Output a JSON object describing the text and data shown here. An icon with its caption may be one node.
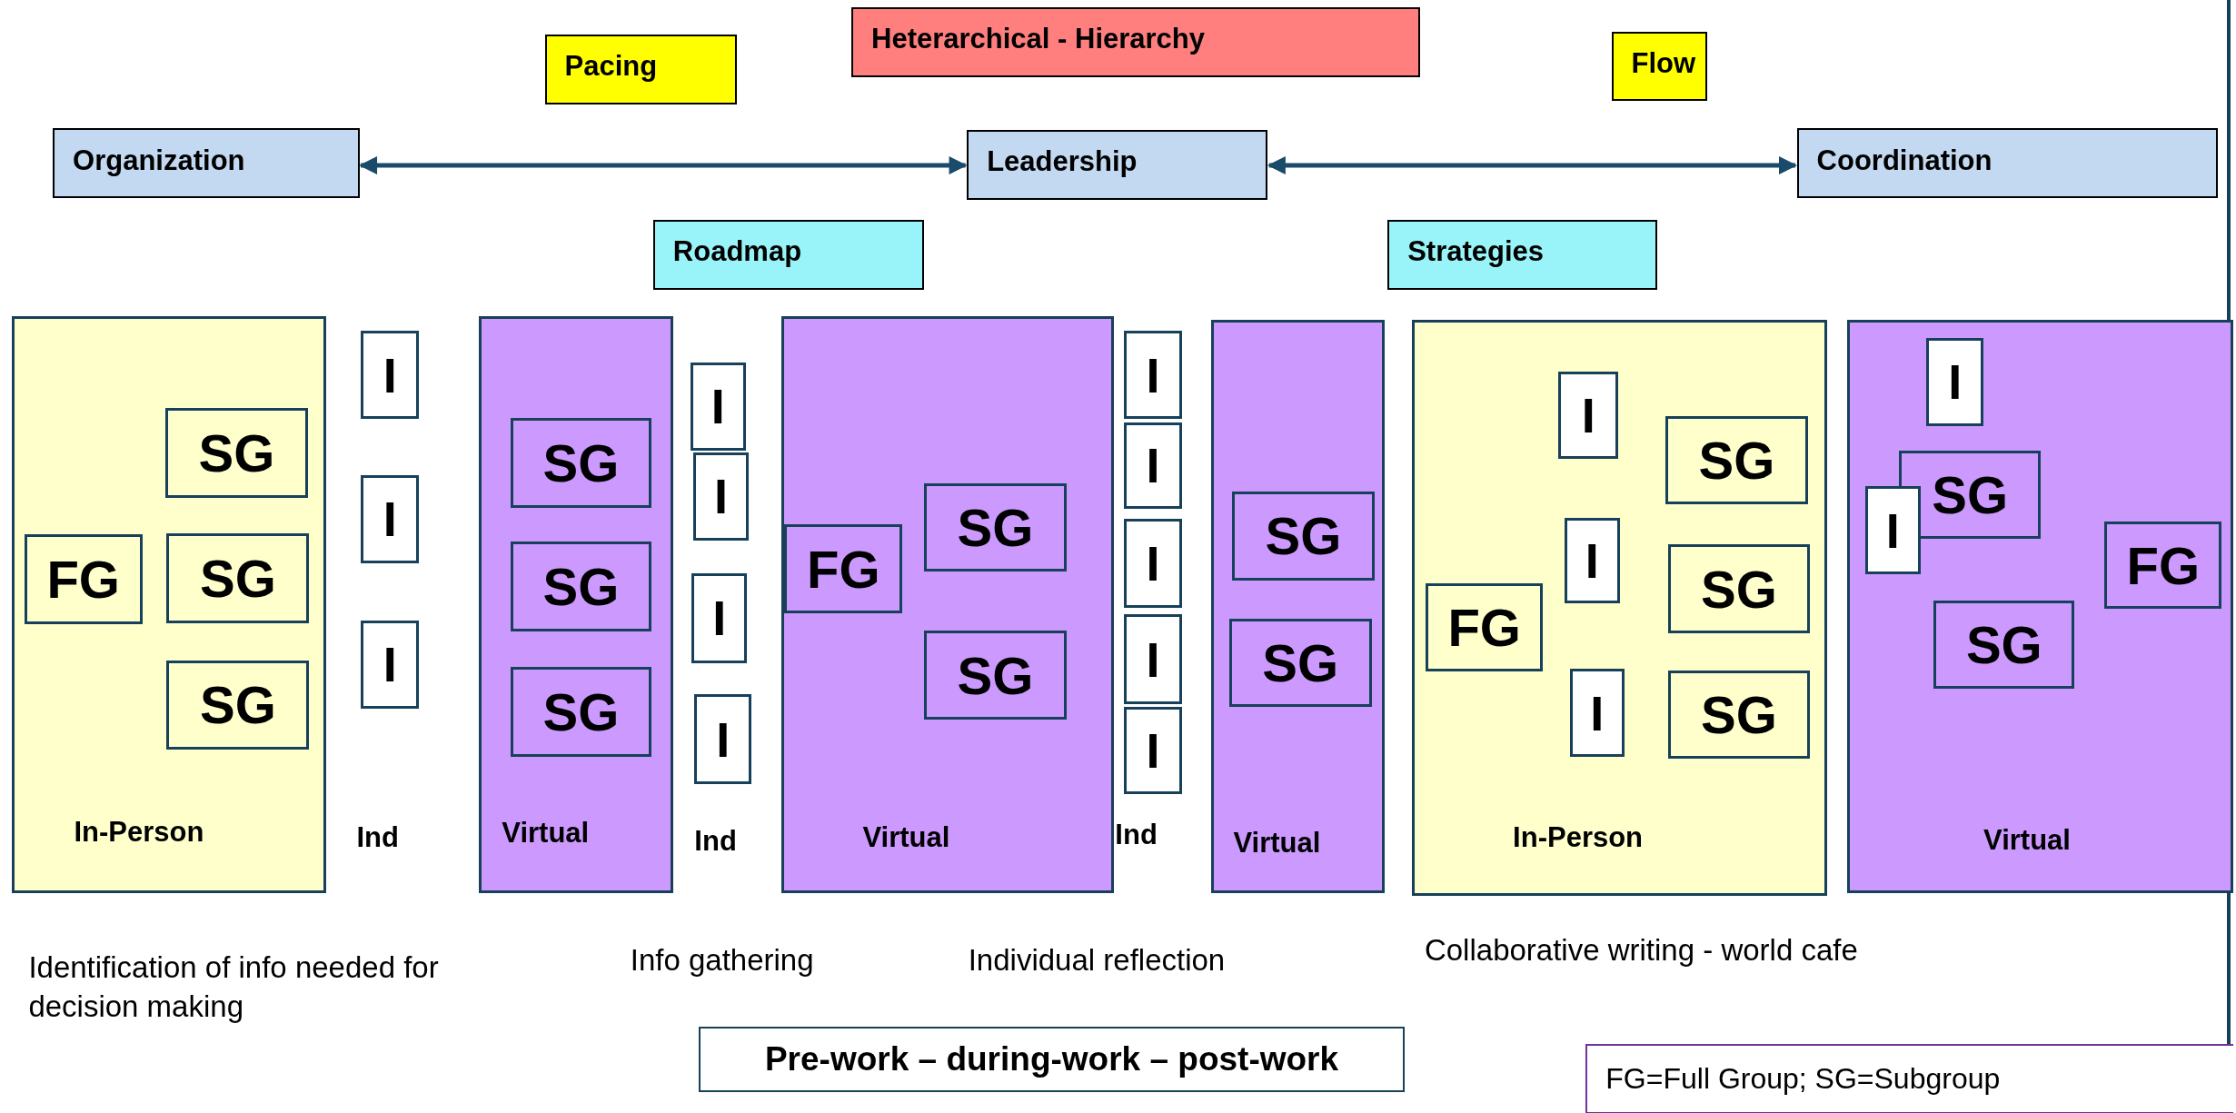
{
  "diagram": {
    "nodes": [
      {
        "text": [
          "Heterarchical - Hierarchy"
        ]
      },
      {
        "text": [
          "Pacing"
        ]
      },
      {
        "text": [
          "Flow"
        ]
      },
      {
        "text": [
          "Organization"
        ]
      },
      {
        "text": [
          "Leadership"
        ]
      },
      {
        "text": [
          "Coordination"
        ]
      },
      {
        "text": [
          "Roadmap"
        ]
      },
      {
        "text": [
          "Strategies"
        ]
      },
      {
        "text": [
          "In-Person"
        ]
      },
      {
        "text": [
          "SG"
        ],
        "in": 8
      },
      {
        "text": [
          "FG"
        ],
        "in": 8
      },
      {
        "text": [
          "SG"
        ],
        "in": 8
      },
      {
        "text": [
          "SG"
        ],
        "in": 8
      },
      {
        "text": [
          "I"
        ]
      },
      {
        "text": [
          "I"
        ]
      },
      {
        "text": [
          "I"
        ]
      },
      {
        "text": [
          "Virtual"
        ]
      },
      {
        "text": [
          "SG"
        ],
        "in": 16
      },
      {
        "text": [
          "SG"
        ],
        "in": 16
      },
      {
        "text": [
          "SG"
        ],
        "in": 16
      },
      {
        "text": [
          "I"
        ]
      },
      {
        "text": [
          "I"
        ]
      },
      {
        "text": [
          "I"
        ]
      },
      {
        "text": [
          "I"
        ]
      },
      {
        "text": [
          "Virtual"
        ]
      },
      {
        "text": [
          "FG"
        ],
        "in": 24
      },
      {
        "text": [
          "SG"
        ],
        "in": 24
      },
      {
        "text": [
          "SG"
        ],
        "in": 24
      },
      {
        "text": [
          "I"
        ]
      },
      {
        "text": [
          "I"
        ]
      },
      {
        "text": [
          "I"
        ]
      },
      {
        "text": [
          "I"
        ]
      },
      {
        "text": [
          "I"
        ]
      },
      {
        "text": [
          "Virtual"
        ]
      },
      {
        "text": [
          "SG"
        ],
        "in": 33
      },
      {
        "text": [
          "SG"
        ],
        "in": 33
      },
      {
        "text": [
          "In-Person"
        ]
      },
      {
        "text": [
          "I"
        ],
        "in": 36
      },
      {
        "text": [
          "SG"
        ],
        "in": 36
      },
      {
        "text": [
          "I"
        ],
        "in": 36
      },
      {
        "text": [
          "SG"
        ],
        "in": 36
      },
      {
        "text": [
          "FG"
        ],
        "in": 36
      },
      {
        "text": [
          "I"
        ],
        "in": 36
      },
      {
        "text": [
          "SG"
        ],
        "in": 36
      },
      {
        "text": [
          "Virtual"
        ]
      },
      {
        "text": [
          "I"
        ],
        "in": 44
      },
      {
        "text": [
          "SG"
        ],
        "in": 44
      },
      {
        "text": [
          "I"
        ],
        "in": 44
      },
      {
        "text": [
          "FG"
        ],
        "in": 44
      },
      {
        "text": [
          "SG"
        ],
        "in": 44
      },
      {
        "text": [
          "Pre-work – during-work – post-work"
        ]
      },
      {
        "text": [
          "FG=Full Group; SG=Subgroup"
        ]
      }
    ],
    "edges": [
      {
        "from": 3,
        "to": 4,
        "arrow": "both"
      },
      {
        "from": 4,
        "to": 5,
        "arrow": "both"
      }
    ],
    "labels": [
      "Ind",
      "Ind",
      "Ind",
      "Identification of info needed for decision making",
      "Info gathering",
      "Individual reflection",
      "Collaborative writing - world cafe"
    ]
  }
}
